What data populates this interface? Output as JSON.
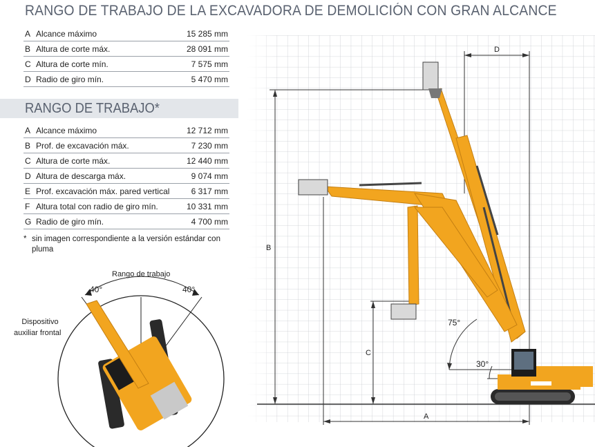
{
  "title": "RANGO DE TRABAJO DE LA EXCAVADORA DE DEMOLICIÓN CON GRAN ALCANCE",
  "demolition_specs": [
    {
      "key": "A",
      "label": "Alcance máximo",
      "value": "15 285 mm"
    },
    {
      "key": "B",
      "label": "Altura de corte máx.",
      "value": "28 091 mm"
    },
    {
      "key": "C",
      "label": "Altura de corte mín.",
      "value": "7 575 mm"
    },
    {
      "key": "D",
      "label": "Radio de giro mín.",
      "value": "5 470 mm"
    }
  ],
  "section2_title": "RANGO DE TRABAJO*",
  "working_specs": [
    {
      "key": "A",
      "label": "Alcance máximo",
      "value": "12 712 mm"
    },
    {
      "key": "B",
      "label": "Prof. de excavación máx.",
      "value": "7 230 mm"
    },
    {
      "key": "C",
      "label": "Altura de corte máx.",
      "value": "12 440 mm"
    },
    {
      "key": "D",
      "label": "Altura de descarga máx.",
      "value": "9 074 mm"
    },
    {
      "key": "E",
      "label": "Prof. excavación máx. pared vertical",
      "value": "6 317 mm"
    },
    {
      "key": "F",
      "label": "Altura total con radio de giro mín.",
      "value": "10 331 mm"
    },
    {
      "key": "G",
      "label": "Radio de giro mín.",
      "value": "4 700 mm"
    }
  ],
  "footnote": {
    "star": "*",
    "text": "sin imagen correspondiente a la versión estándar con pluma"
  },
  "top_view": {
    "title": "Rango de trabajo",
    "angle_left": "40°",
    "angle_right": "40°",
    "device_label_line1": "Dispositivo",
    "device_label_line2": "auxiliar frontal"
  },
  "diagram": {
    "dim_A": "A",
    "dim_B": "B",
    "dim_C": "C",
    "dim_D": "D",
    "angle_75": "75°",
    "angle_30": "30°",
    "colors": {
      "machine": "#f2a51f",
      "grid": "#c9ccd1",
      "boom_dark": "#c47f12",
      "cab": "#1c1c1c"
    }
  }
}
